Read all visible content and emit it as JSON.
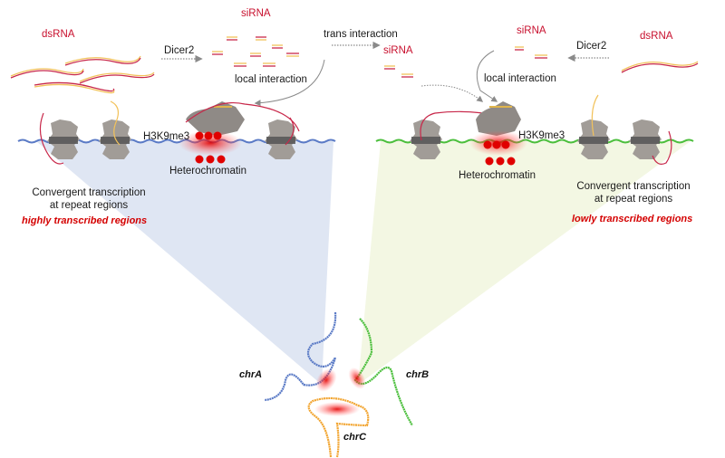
{
  "diagram": {
    "left_panel": {
      "dsrna_label": "dsRNA",
      "dicer_label": "Dicer2",
      "sirna_label": "siRNA",
      "local_interaction_label": "local interaction",
      "mark_label": "H3K9me3",
      "heterochromatin_label": "Heterochromatin",
      "transcription_label_line1": "Convergent transcription",
      "transcription_label_line2": "at repeat regions",
      "region_label": "highly transcribed regions"
    },
    "middle": {
      "trans_interaction_label": "trans interaction",
      "sirna_label": "siRNA"
    },
    "right_panel": {
      "dsrna_label": "dsRNA",
      "dicer_label": "Dicer2",
      "sirna_label": "siRNA",
      "local_interaction_label": "local interaction",
      "mark_label": "H3K9me3",
      "heterochromatin_label": "Heterochromatin",
      "transcription_label_line1": "Convergent transcription",
      "transcription_label_line2": "at repeat regions",
      "region_label": "lowly transcribed regions"
    },
    "chromosomes": [
      {
        "name": "chrA",
        "color": "#5b7bc6"
      },
      {
        "name": "chrB",
        "color": "#4cbf3d"
      },
      {
        "name": "chrC",
        "color": "#f2a531"
      }
    ],
    "colors": {
      "rna_red": "#c8284a",
      "rna_yellow": "#f2c25b",
      "label_red": "#c8102e",
      "heterochromatin_dot": "#e00000",
      "nucleosome_gray": "#a19c97",
      "left_wedge": "#dfe6f3",
      "right_wedge": "#f3f7e3",
      "arrow_gray": "#8a8a8a"
    }
  }
}
